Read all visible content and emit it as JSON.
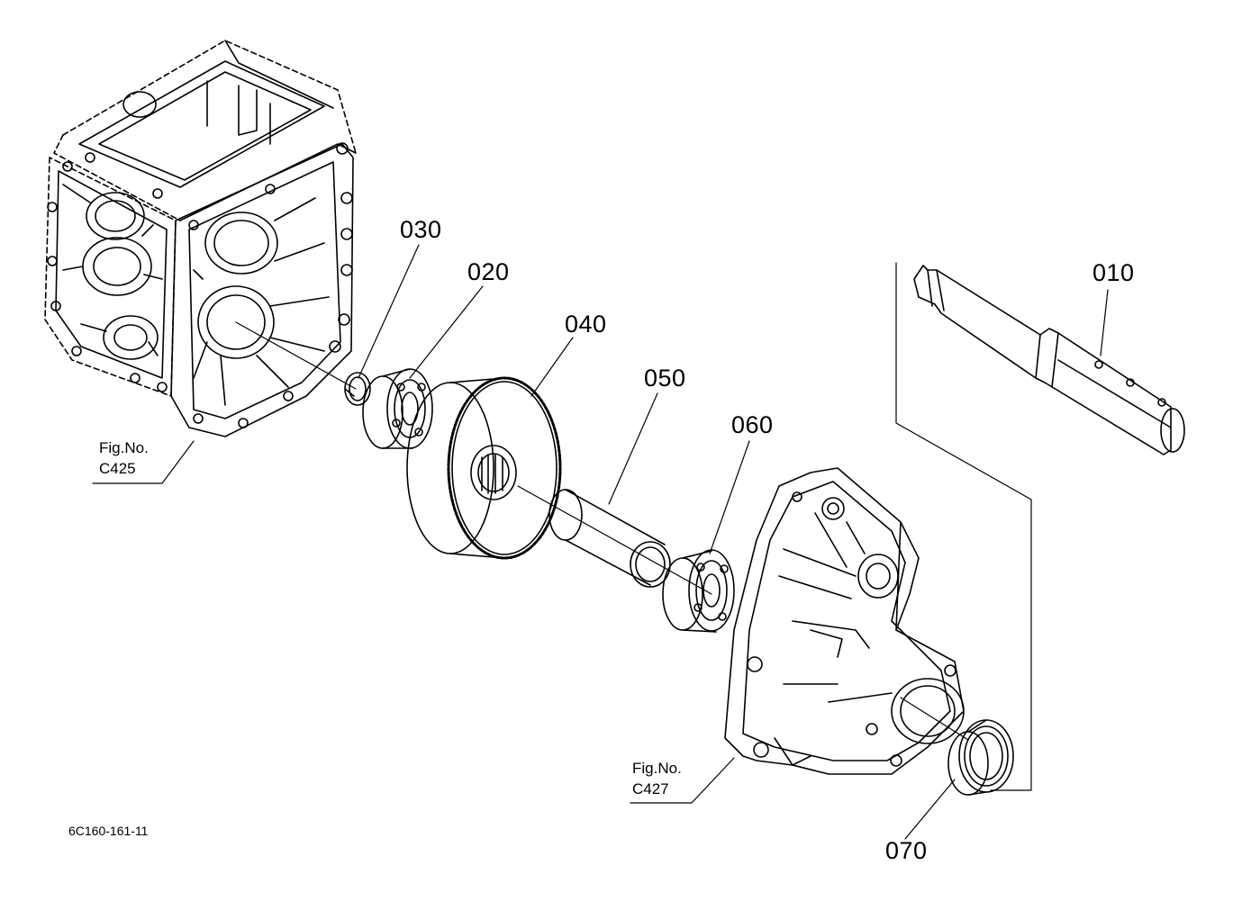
{
  "parts": [
    {
      "id": "p010",
      "number": "010",
      "name": "shaft"
    },
    {
      "id": "p020",
      "number": "020",
      "name": "ball-bearing"
    },
    {
      "id": "p030",
      "number": "030",
      "name": "internal-circlip"
    },
    {
      "id": "p040",
      "number": "040",
      "name": "gear"
    },
    {
      "id": "p050",
      "number": "050",
      "name": "collar"
    },
    {
      "id": "p060",
      "number": "060",
      "name": "ball-bearing"
    },
    {
      "id": "p070",
      "number": "070",
      "name": "oil-seal"
    }
  ],
  "figure_refs": [
    {
      "label": "Fig.No.",
      "code": "C425"
    },
    {
      "label": "Fig.No.",
      "code": "C427"
    }
  ],
  "drawing_id": "6C160-161-11",
  "colors": {
    "line": "#000000",
    "background": "#ffffff"
  }
}
